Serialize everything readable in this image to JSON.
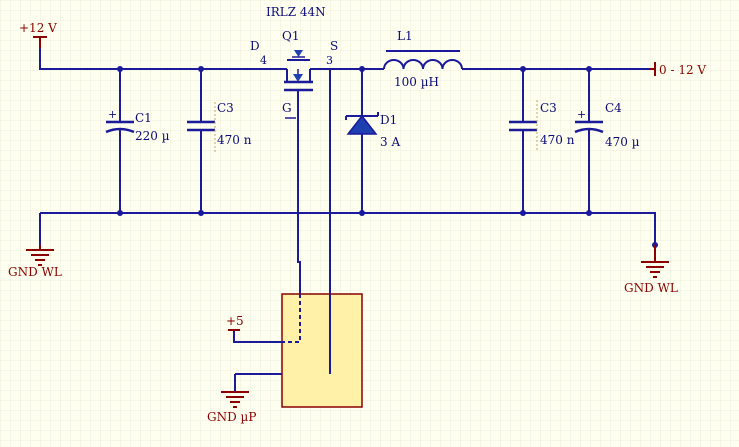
{
  "colors": {
    "background": "#fffff0",
    "grid": "#ececdc",
    "wire": "#1a1a9a",
    "power": "#8b0000",
    "component_fill": "#1f3fb0",
    "inductor": "#1a1a9a",
    "mcu_fill": "#fff2a8",
    "mcu_border": "#8b0000",
    "cap_plate_red": "#b04a1a"
  },
  "nets": {
    "vin_label": "+12 V",
    "vout_label": "0 -  12 V",
    "gnd_left_label": "GND WL",
    "gnd_right_label": "GND WL",
    "gnd_mcu_label": "GND µP",
    "plus5_label": "+5"
  },
  "mosfet": {
    "part": "IRLZ 44N",
    "ref": "Q1",
    "drain_label": "D",
    "source_label": "S",
    "gate_label": "G",
    "drain_pin": "4",
    "source_pin": "3"
  },
  "components": {
    "c1": {
      "ref": "C1",
      "value": "220 µ"
    },
    "c3_left": {
      "ref": "C3",
      "value": "470 n"
    },
    "d1": {
      "ref": "D1",
      "value": "3 A"
    },
    "l1": {
      "ref": "L1",
      "value": "100 µH"
    },
    "c3_right": {
      "ref": "C3",
      "value": "470 n"
    },
    "c4": {
      "ref": "C4",
      "value": "470 µ"
    }
  }
}
